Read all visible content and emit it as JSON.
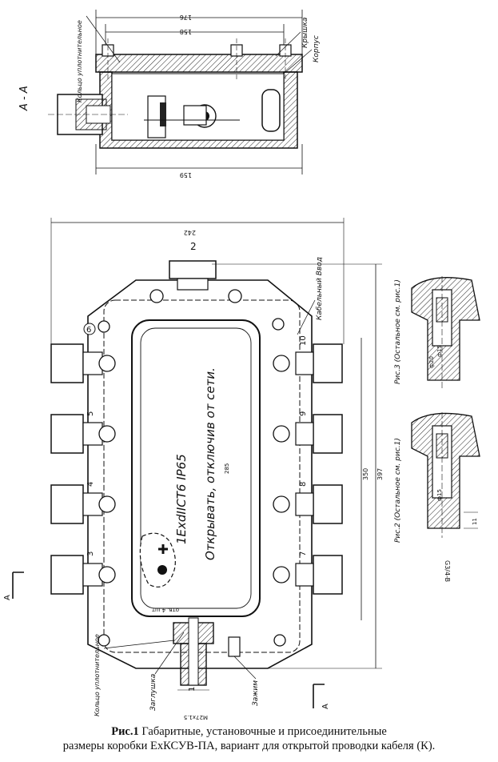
{
  "section": {
    "label": "А - А",
    "callouts": {
      "ring": "Кольцо уплотнительное",
      "lid": "Крышка",
      "body": "Корпус"
    },
    "dims": {
      "d1": "176",
      "d2": "158",
      "d3": "159"
    }
  },
  "plan": {
    "marking_main": "1ExdIICT6 IP65",
    "marking_warn": "Открывать, отключив от сети.",
    "callouts": {
      "cable_entry": "Кабельный Ввод",
      "plug": "Заглушка",
      "clamp": "Зажим",
      "ring": "Кольцо уплотнительное"
    },
    "circled": "6",
    "entries_left": [
      "3",
      "4",
      "5"
    ],
    "entries_right": [
      "7",
      "8",
      "9",
      "10"
    ],
    "entry_bottom": "1",
    "entry_top": "2",
    "dims": {
      "width": "242",
      "height_outer": "397",
      "height_mid": "350",
      "height_inner": "285",
      "thread": "M27x1.5"
    },
    "note_hole": "отв. 4 шт",
    "section_mark": "А"
  },
  "details": {
    "fig3_title": "Рис.3 (Остальное см. рис.1)",
    "fig2_title": "Рис.2 (Остальное см. рис.1)",
    "fig3_dims": {
      "a": "ф15",
      "b": "ф20"
    },
    "fig2_dims": {
      "a": "ф15",
      "len": "11",
      "thread": "G3/4-B"
    }
  },
  "caption": {
    "figure": "Рис.1",
    "line1": "Габаритные, установочные и присоединительные",
    "line2": "размеры коробки ЕхКСУВ-ПА, вариант для открытой проводки кабеля (К)."
  }
}
